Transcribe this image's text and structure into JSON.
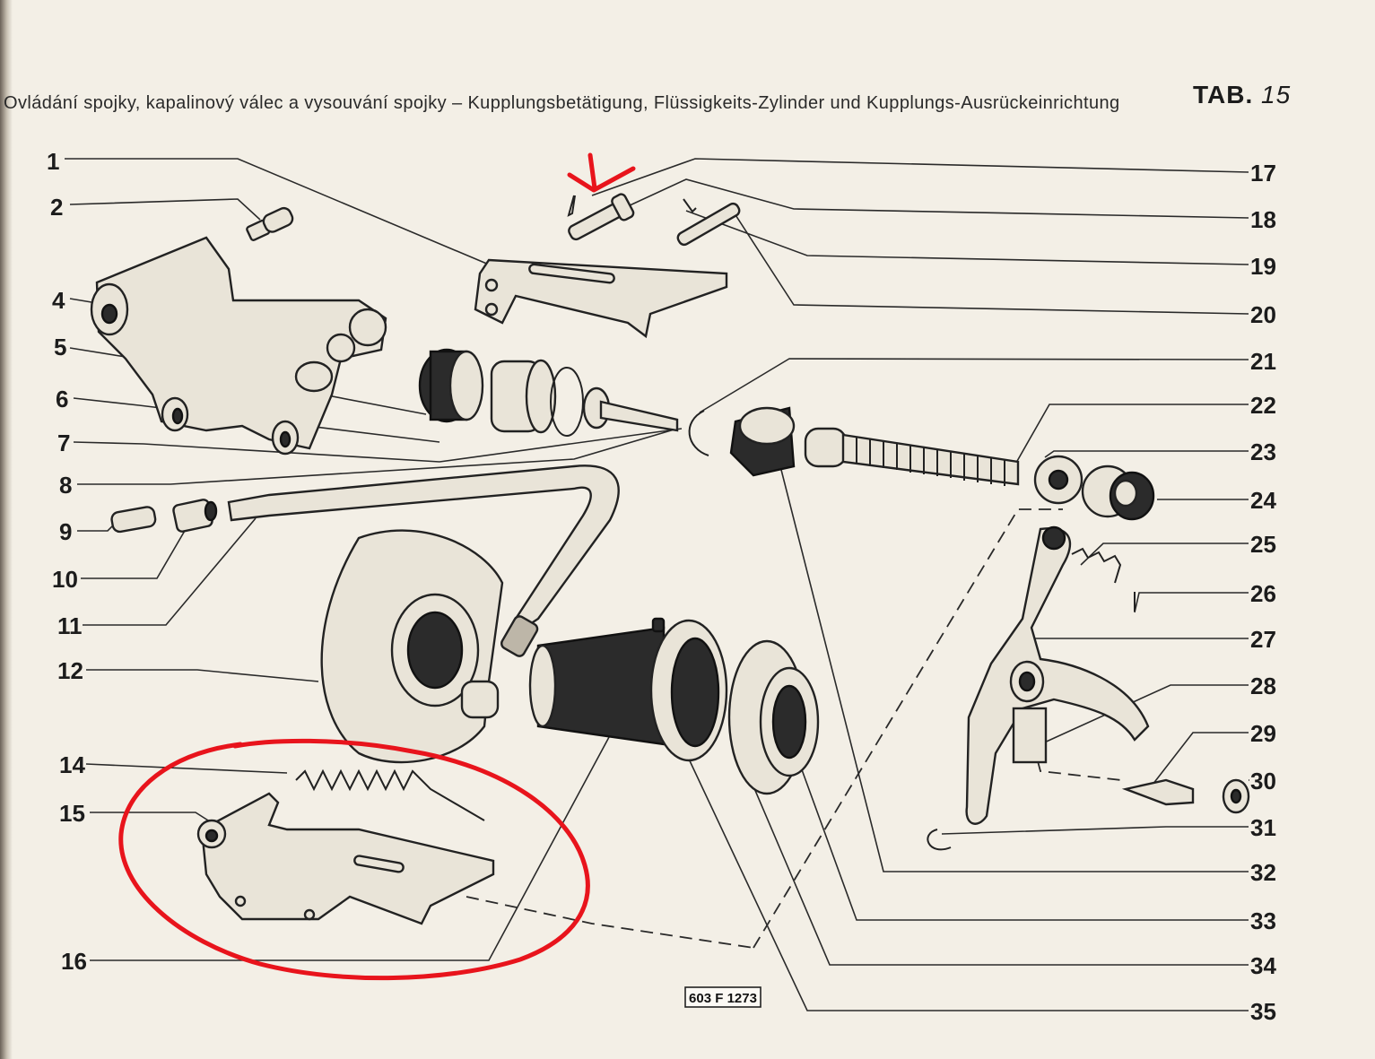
{
  "header": {
    "title": "Ovládání spojky, kapalinový válec a vysouvání spojky – Kupplungsbetätigung, Flüssigkeits-Zylinder und Kupplungs-Ausrückeinrichtung",
    "tab_word": "TAB.",
    "tab_number": "15"
  },
  "callouts": {
    "left": [
      "1",
      "2",
      "4",
      "5",
      "6",
      "7",
      "8",
      "9",
      "10",
      "11",
      "12",
      "14",
      "15",
      "16"
    ],
    "right": [
      "17",
      "18",
      "19",
      "20",
      "21",
      "22",
      "23",
      "24",
      "25",
      "26",
      "27",
      "28",
      "29",
      "30",
      "31",
      "32",
      "33",
      "34",
      "35"
    ]
  },
  "drawing_code": "603 F 1273",
  "annotation_colors": {
    "marker": "#e8141c"
  }
}
